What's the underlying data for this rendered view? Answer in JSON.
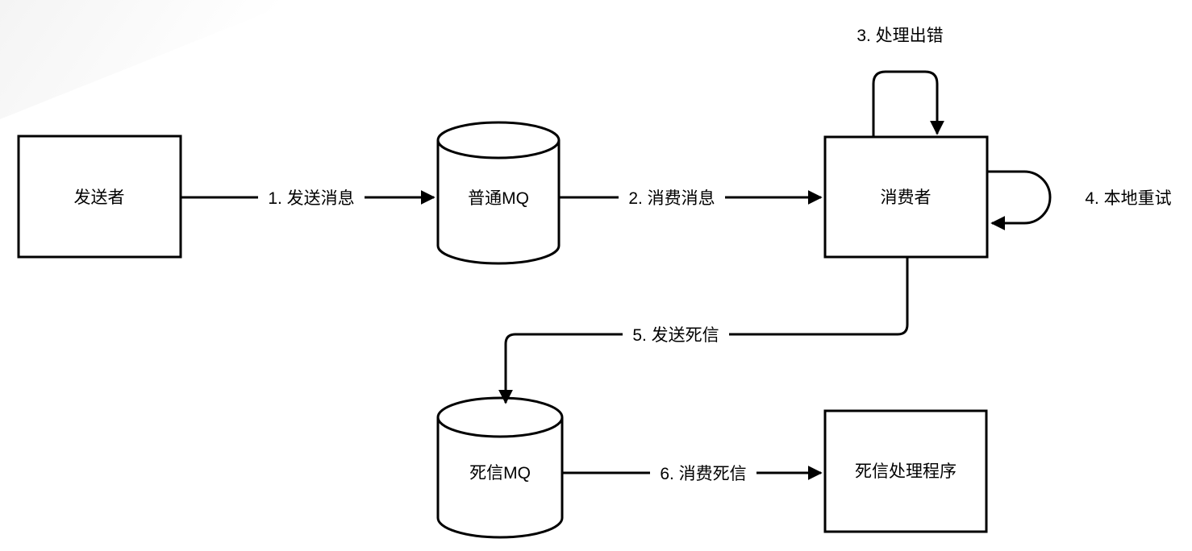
{
  "diagram": {
    "title": "MQ dead letter flow",
    "colors": {
      "stroke": "#000000",
      "shape_fill": "#ffffff",
      "text": "#000000",
      "canvas": "#ffffff"
    },
    "nodes": [
      {
        "id": "sender",
        "shape": "rectangle",
        "label": "发送者"
      },
      {
        "id": "normal_mq",
        "shape": "cylinder",
        "label": "普通MQ"
      },
      {
        "id": "consumer",
        "shape": "rectangle",
        "label": "消费者"
      },
      {
        "id": "dead_letter_mq",
        "shape": "cylinder",
        "label": "死信MQ"
      },
      {
        "id": "dead_letter_handler",
        "shape": "rectangle",
        "label": "死信处理程序"
      }
    ],
    "edges": [
      {
        "step": 1,
        "label": "1. 发送消息",
        "from": "sender",
        "to": "normal_mq",
        "kind": "straight"
      },
      {
        "step": 2,
        "label": "2. 消费消息",
        "from": "normal_mq",
        "to": "consumer",
        "kind": "straight"
      },
      {
        "step": 3,
        "label": "3. 处理出错",
        "from": "consumer",
        "to": "consumer",
        "kind": "self-loop-top"
      },
      {
        "step": 4,
        "label": "4. 本地重试",
        "from": "consumer",
        "to": "consumer",
        "kind": "self-loop-right"
      },
      {
        "step": 5,
        "label": "5. 发送死信",
        "from": "consumer",
        "to": "dead_letter_mq",
        "kind": "orthogonal"
      },
      {
        "step": 6,
        "label": "6. 消费死信",
        "from": "dead_letter_mq",
        "to": "dead_letter_handler",
        "kind": "straight"
      }
    ]
  }
}
